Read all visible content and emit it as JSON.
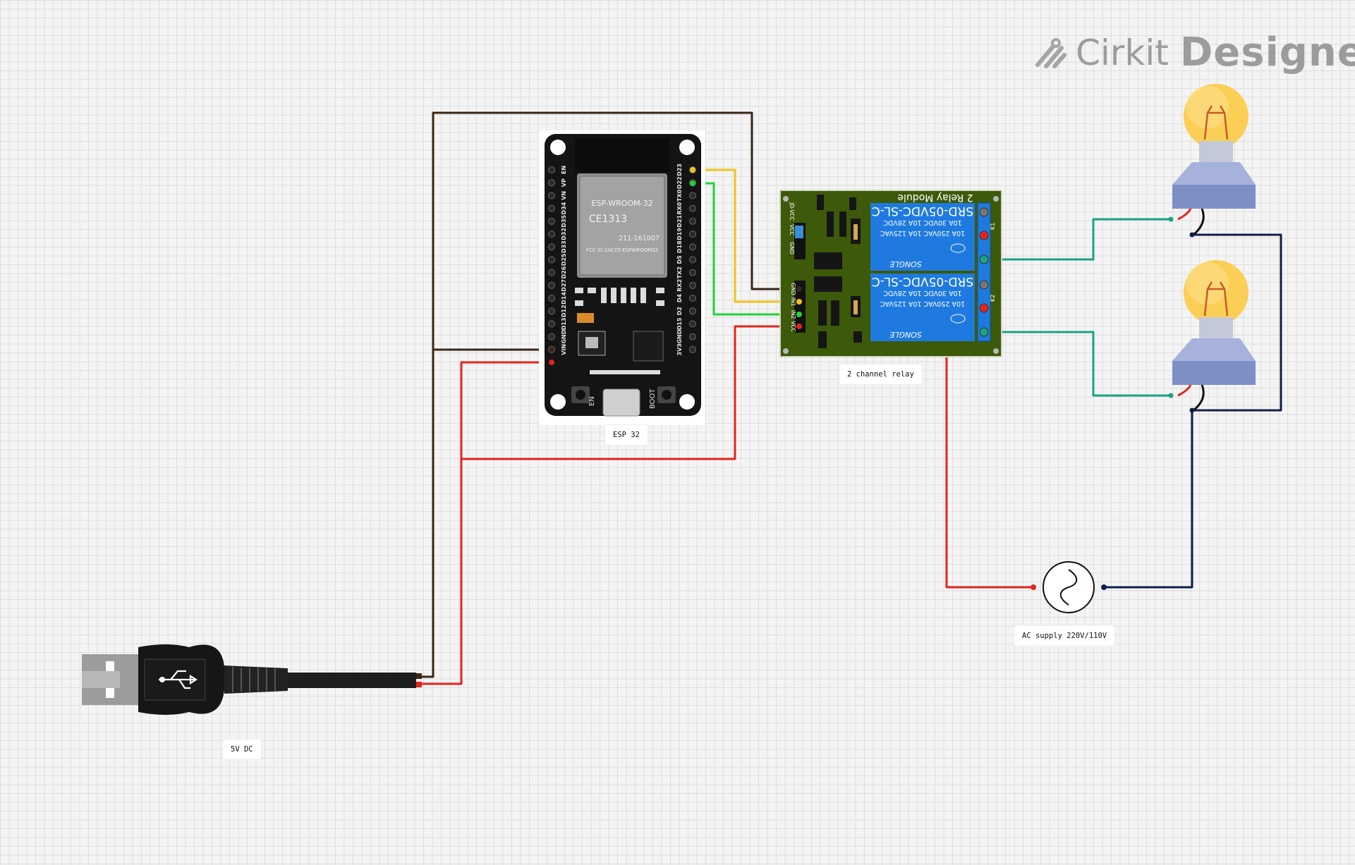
{
  "brand": {
    "name_part1": "Cirkit",
    "name_part2": "Designer"
  },
  "components": {
    "esp32": {
      "label": "ESP 32",
      "module_text": "ESP-WROOM-32",
      "cert_text": "CE1313",
      "id_text": "211-161007",
      "fcc_text": "FCC ID:2AC7Z-ESPWROOM32",
      "left_pins": [
        "EN",
        "VP",
        "VN",
        "D34",
        "D35",
        "D32",
        "D33",
        "D25",
        "D26",
        "D27",
        "D14",
        "D12",
        "D13",
        "GND",
        "VIN"
      ],
      "right_pins": [
        "D23",
        "D22",
        "TX0",
        "RX0",
        "D21",
        "D19",
        "D18",
        "D5",
        "TX2",
        "RX2",
        "D4",
        "D2",
        "D15",
        "GND",
        "3V3"
      ],
      "button_en": "EN",
      "button_boot": "BOOT"
    },
    "relay": {
      "label": "2 channel relay",
      "title": "2 Relay Module",
      "relay_model": "SRD-05VDC-SL-C",
      "rating_line1": "10A 250VAC 10A 125VAC",
      "rating_line2": "10A 30VDC 10A 28VDC",
      "maker": "SONGLE",
      "input_pins": [
        "GND",
        "IN1",
        "IN2",
        "VCC"
      ],
      "jumper_pins": [
        "JD-VCC",
        "VCC",
        "GND"
      ],
      "channel1": "K1",
      "channel2": "K2"
    },
    "ac_supply": {
      "label": "AC supply 220V/110V"
    },
    "usb": {
      "label": "5V DC"
    },
    "lamps": [
      "bulb-1",
      "bulb-2"
    ]
  },
  "colors": {
    "wire_gnd": "#3a2515",
    "wire_vcc": "#e3241b",
    "wire_in1": "#f1c21b",
    "wire_in2": "#22d23a",
    "wire_load": "#1aa382",
    "wire_neutral": "#0f1e4a",
    "relay_board": "#3d5a0a",
    "relay_body": "#1f7ae0",
    "esp_board": "#141414"
  }
}
